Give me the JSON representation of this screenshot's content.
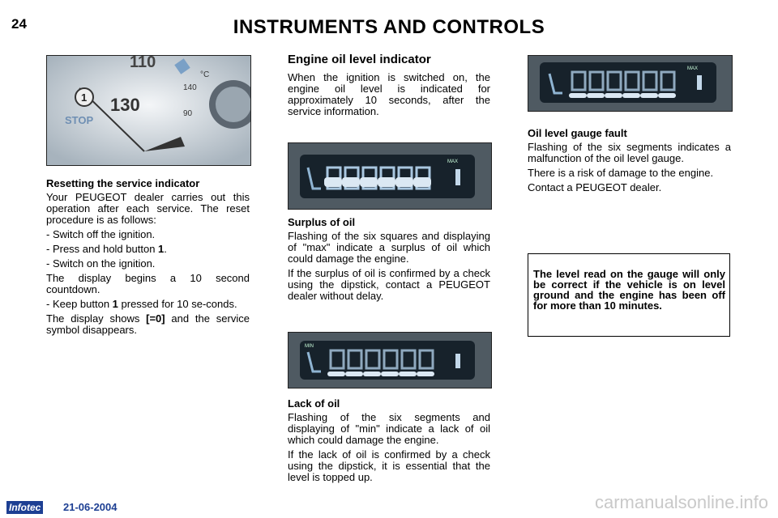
{
  "header": {
    "page_number": "24",
    "title": "INSTRUMENTS AND CONTROLS"
  },
  "col1": {
    "heading": "Resetting the service indicator",
    "intro": "Your PEUGEOT dealer carries out this operation after each service. The reset procedure is as follows:",
    "steps": [
      "- Switch off the ignition.",
      "- Switch on the ignition."
    ],
    "step_button_prefix": "- Press and hold button ",
    "step_button_num": "1",
    "step_button_suffix": ".",
    "countdown": "The display begins a 10 second countdown.",
    "keep_prefix": "- Keep button ",
    "keep_num": "1",
    "keep_suffix": " pressed for 10 se-conds.",
    "shows_prefix": "The display shows ",
    "shows_code": "[=0]",
    "shows_suffix": " and the service symbol disappears."
  },
  "col2": {
    "heading": "Engine oil level indicator",
    "intro": "When the ignition is switched on, the engine oil level is indicated for approximately 10 seconds, after the service information.",
    "surplus_heading": "Surplus of oil",
    "surplus_text": "Flashing of the six squares and displaying of \"max\" indicate a surplus of oil  which could damage the engine.",
    "surplus_text2": "If the surplus of oil is confirmed by a check using the dipstick, contact a PEUGEOT dealer without delay.",
    "lack_heading": "Lack of oil",
    "lack_text": "Flashing of the six segments and displaying of \"min\" indicate a lack of oil which could damage the engine.",
    "lack_text2": "If the lack of oil is confirmed by a check using the dipstick, it is essential that the level is topped up."
  },
  "col3": {
    "fault_heading": "Oil level gauge fault",
    "fault_text": "Flashing of the six segments indicates a malfunction of the oil level gauge.",
    "fault_text2": "There is a risk of damage to the engine.",
    "fault_text3": "Contact a PEUGEOT dealer.",
    "note": "The level read on the gauge will only be correct if the vehicle is on level ground and the engine has been off for more than 10 minutes."
  },
  "dial": {
    "speed_top": "110",
    "speed_big": "130",
    "label_stop": "STOP",
    "button_num": "1",
    "tick_140": "140",
    "tick_90": "90",
    "temp_unit": "°C"
  },
  "gauges": {
    "min_label": "MIN",
    "max_label": "MAX",
    "max_label_lower": "MAX"
  },
  "footer": {
    "brand": "Infotec",
    "date": "21-06-2004",
    "watermark": "carmanualsonline.info"
  }
}
